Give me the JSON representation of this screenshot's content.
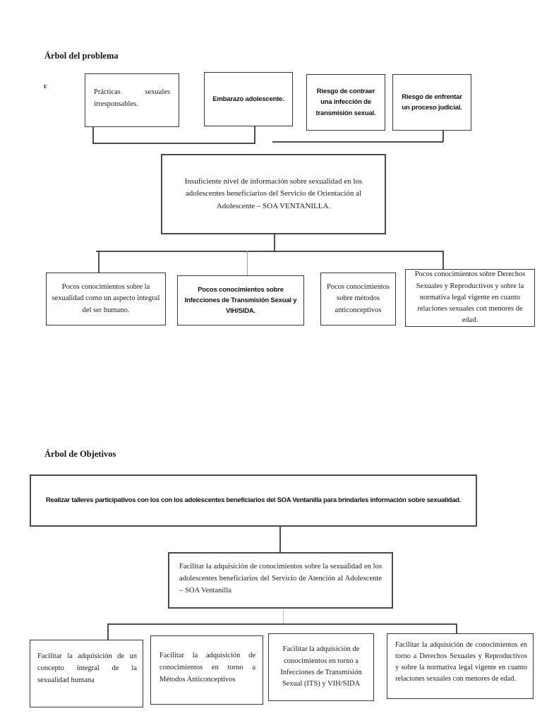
{
  "styles": {
    "background": "#ffffff",
    "border_color": "#383838",
    "thick_border_color": "#4a4a4a",
    "line_color": "#4d4d4d",
    "text_color": "#1b1b1b"
  },
  "problem_tree": {
    "title": "Árbol del problema",
    "stray_char": "c",
    "effect_boxes": [
      {
        "text": "Prácticas sexuales irresponsables."
      },
      {
        "text": "Embarazo adolescente."
      },
      {
        "text": "Riesgo de contraer una infección de transmisión sexual."
      },
      {
        "text": "Riesgo de enfrentar un proceso judicial."
      }
    ],
    "core_box": {
      "text": "Insuficiente nivel de información sobre sexualidad en los adolescentes beneficiarios del Servicio de Orientación al Adolescente – SOA VENTANILLA."
    },
    "cause_boxes": [
      {
        "text": "Pocos conocimientos sobre la sexualidad como un aspecto integral del ser humano."
      },
      {
        "text": "Pocos conocimientos sobre Infecciones de Transmisión Sexual y VIH/SIDA."
      },
      {
        "text": "Pocos conocimientos sobre métodos anticonceptivos"
      },
      {
        "text": "Pocos conocimientos sobre Derechos Sexuales y Reproductivos y sobre la normativa legal vigente en cuanto relaciones sexuales con menores de edad."
      }
    ]
  },
  "objectives_tree": {
    "title": "Árbol de Objetivos",
    "main_box": {
      "text": "Realizar talleres participativos con los con los adolescentes beneficiarios del SOA Ventanilla para brindarles información sobre sexualidad."
    },
    "core_box": {
      "text": "Facilitar la adquisición de conocimientos sobre la sexualidad en los adolescentes beneficiarios del Servicio de Atención al Adolescente – SOA Ventanilla"
    },
    "means_boxes": [
      {
        "text": "Facilitar la adquisición de un concepto integral de la sexualidad humana"
      },
      {
        "text": "Facilitar la adquisición de conocimientos en torno a Métodos Anticonceptivos"
      },
      {
        "text": "Facilitar la adquisición de conocimientos en torno a Infecciones de Transmisión Sexual (ITS) y VIH/SIDA"
      },
      {
        "text": "Facilitar la adquisición de conocimientos en torno a Derechos Sexuales y Reproductivos y sobre la normativa legal vigente en cuanto relaciones sexuales con menores de edad."
      }
    ]
  }
}
